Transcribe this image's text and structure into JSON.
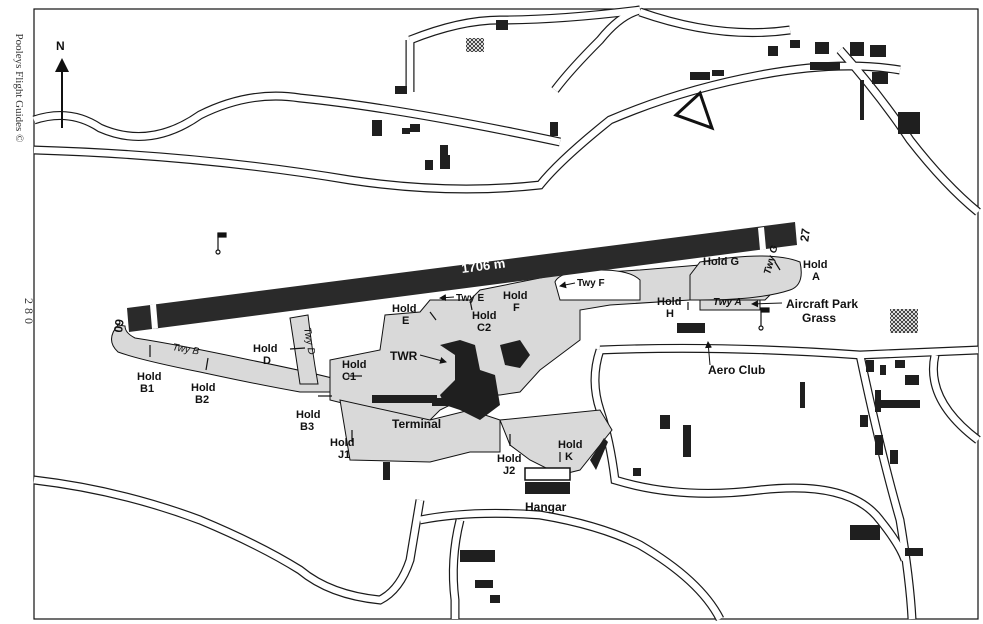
{
  "credit": "Pooleys Flight Guides ©",
  "page_number": "280",
  "north_label": "N",
  "runway": {
    "length_label": "1706 m",
    "end_west": "09",
    "end_east": "27"
  },
  "taxiway_labels": {
    "twy_b": "Twy B",
    "twy_d": "Twy D",
    "twy_e": "Twy E",
    "twy_f": "Twy F",
    "twy_g": "Twy G",
    "twy_a": "Twy A"
  },
  "holds": {
    "b1": [
      "Hold",
      "B1"
    ],
    "b2": [
      "Hold",
      "B2"
    ],
    "b3": [
      "Hold",
      "B3"
    ],
    "c1": [
      "Hold",
      "C1"
    ],
    "c2": [
      "Hold",
      "C2"
    ],
    "d": [
      "Hold",
      "D"
    ],
    "e": [
      "Hold",
      "E"
    ],
    "f": [
      "Hold",
      "F"
    ],
    "g": "Hold G",
    "a": [
      "Hold",
      "A"
    ],
    "h": [
      "Hold",
      "H"
    ],
    "j1": [
      "Hold",
      "J1"
    ],
    "j2": [
      "Hold",
      "J2"
    ],
    "k": [
      "Hold",
      "K"
    ]
  },
  "facilities": {
    "twr": "TWR",
    "terminal": "Terminal",
    "hangar": "Hangar",
    "aero_club": "Aero Club",
    "aircraft_park": [
      "Aircraft Park",
      "Grass"
    ]
  },
  "colors": {
    "runway": "#2a2a2a",
    "apron": "#d9d9d9",
    "road": "#1a1a1a",
    "building": "#1f1f1f"
  }
}
